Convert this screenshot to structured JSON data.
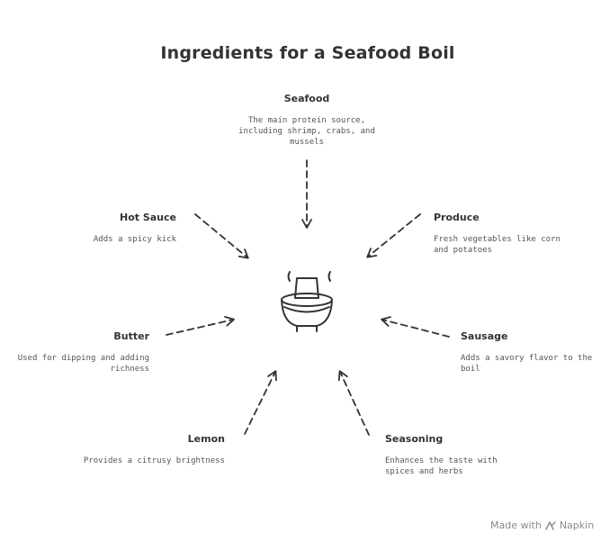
{
  "title": "Ingredients for a Seafood Boil",
  "ingredients": {
    "seafood": {
      "title": "Seafood",
      "desc": "The main protein source,\nincluding shrimp, crabs, and\nmussels"
    },
    "produce": {
      "title": "Produce",
      "desc": "Fresh vegetables like corn\nand potatoes"
    },
    "hot_sauce": {
      "title": "Hot Sauce",
      "desc": "Adds a spicy kick"
    },
    "butter": {
      "title": "Butter",
      "desc": "Used for dipping and adding\nrichness"
    },
    "sausage": {
      "title": "Sausage",
      "desc": "Adds a savory flavor to the\nboil"
    },
    "lemon": {
      "title": "Lemon",
      "desc": "Provides a citrusy brightness"
    },
    "seasoning": {
      "title": "Seasoning",
      "desc": "Enhances the taste with\nspices and herbs"
    }
  },
  "footer": {
    "made_with": "Made with",
    "brand": "Napkin"
  },
  "icons": {
    "center": "seafood-boil-pot-icon",
    "footer": "napkin-logo-icon"
  },
  "colors": {
    "ink": "#333333",
    "muted": "#8a8a8a"
  }
}
